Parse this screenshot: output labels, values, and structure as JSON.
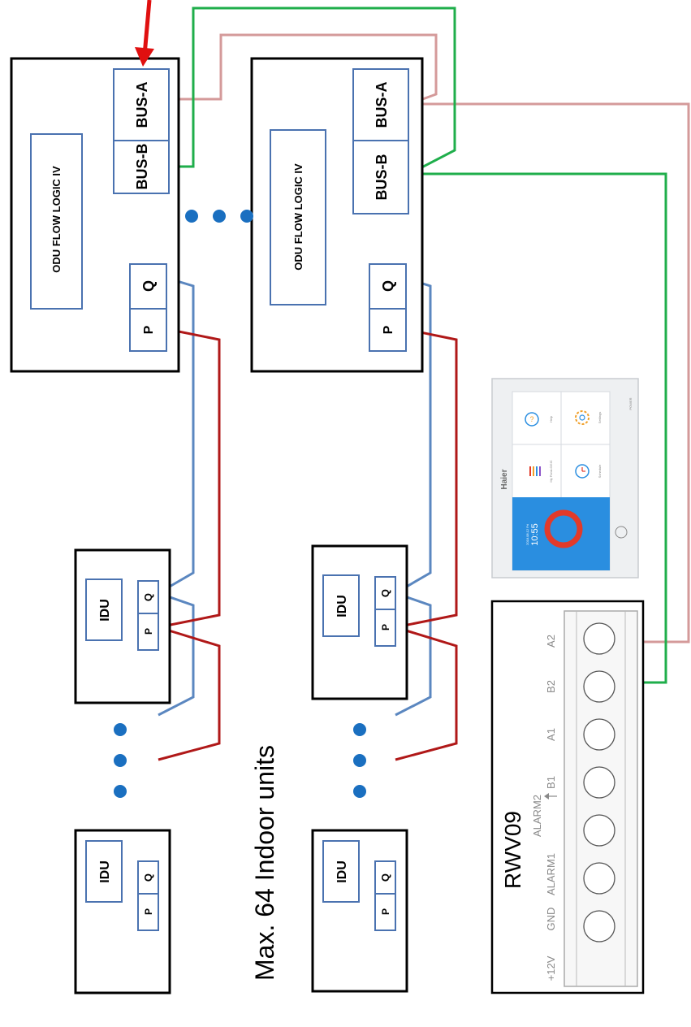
{
  "odu": {
    "label": "ODU FLOW LOGIC IV",
    "bus_a": "BUS-A",
    "bus_b": "BUS-B",
    "p": "P",
    "q": "Q"
  },
  "idu": {
    "label": "IDU",
    "p": "P",
    "q": "Q"
  },
  "max_text": "Max. 64 Indoor units",
  "controller": {
    "brand": "Haier",
    "time": "10:55",
    "date": "2018.08.12 Fri",
    "tile_1": "My FlowLOGIC",
    "tile_2": "Help",
    "tile_3": "Schedule",
    "tile_4": "Settings",
    "power": "POWER"
  },
  "terminal": {
    "title": "RWV09",
    "pins": [
      "+12V",
      "GND",
      "ALARM1",
      "ALARM2",
      "B1",
      "A1",
      "B2",
      "A2"
    ]
  },
  "colors": {
    "bus_a_wire": "#d49a9a",
    "bus_b_wire": "#1fae4b",
    "p_wire": "#b01818",
    "q_wire": "#5b87c0",
    "box_blue": "#4a72b0",
    "dot_blue": "#1a6fc0",
    "arrow_red": "#e01010"
  }
}
